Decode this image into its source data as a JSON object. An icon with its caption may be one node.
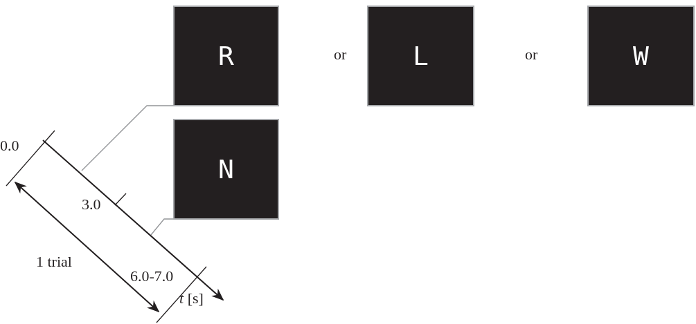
{
  "diagram": {
    "nodes": [
      {
        "text": [
          "R"
        ]
      },
      {
        "text": [
          "L"
        ]
      },
      {
        "text": [
          "W"
        ]
      },
      {
        "text": [
          "N"
        ]
      }
    ],
    "edges": [
      {
        "from": 0,
        "to": null,
        "arrow": "none"
      },
      {
        "from": 3,
        "to": null,
        "arrow": "none"
      }
    ],
    "labels": [
      "or",
      "or",
      "0.0",
      "3.0",
      "6.0-7.0",
      "1 trial",
      "*t* [s]"
    ]
  }
}
